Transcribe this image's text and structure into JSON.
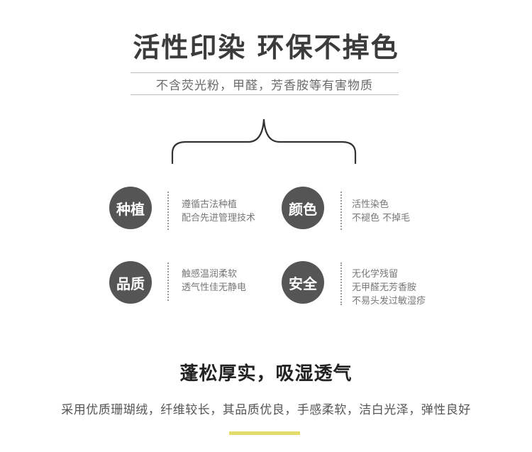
{
  "header": {
    "title": "活性印染  环保不掉色",
    "subtitle": "不含荧光粉，甲醛，芳香胺等有害物质"
  },
  "features": [
    {
      "badge": "种植",
      "lines": [
        "遵循古法种植",
        "配合先进管理技术"
      ]
    },
    {
      "badge": "颜色",
      "lines": [
        "活性染色",
        "不褪色 不掉毛"
      ]
    },
    {
      "badge": "品质",
      "lines": [
        "触感温润柔软",
        "透气性佳无静电"
      ]
    },
    {
      "badge": "安全",
      "lines": [
        "无化学残留",
        "无甲醛无芳香胺",
        "不易头发过敏湿疹"
      ]
    }
  ],
  "section": {
    "title": "蓬松厚实，吸湿透气",
    "description": "采用优质珊瑚绒，纤维较长，其品质优良，手感柔软，洁白光泽，弹性良好"
  },
  "colors": {
    "badge": "#555555",
    "accent": "#e4dc6a"
  }
}
